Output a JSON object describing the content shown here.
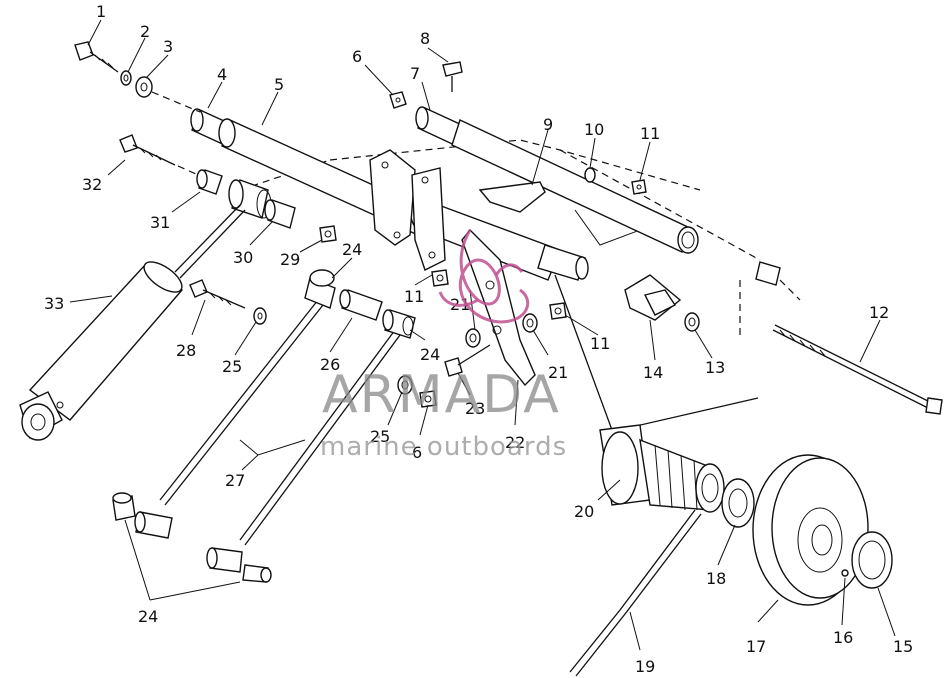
{
  "diagram": {
    "callouts": [
      "1",
      "2",
      "3",
      "4",
      "5",
      "6",
      "7",
      "8",
      "9",
      "10",
      "11",
      "32",
      "31",
      "30",
      "29",
      "24",
      "11",
      "21",
      "11",
      "33",
      "28",
      "25",
      "26",
      "24",
      "21",
      "14",
      "13",
      "12",
      "23",
      "27",
      "25",
      "6",
      "22",
      "20",
      "18",
      "24",
      "17",
      "16",
      "15",
      "19"
    ]
  },
  "watermark": {
    "brand": "ARMADA",
    "tagline": "marine outboards",
    "color": "#c0508f"
  }
}
